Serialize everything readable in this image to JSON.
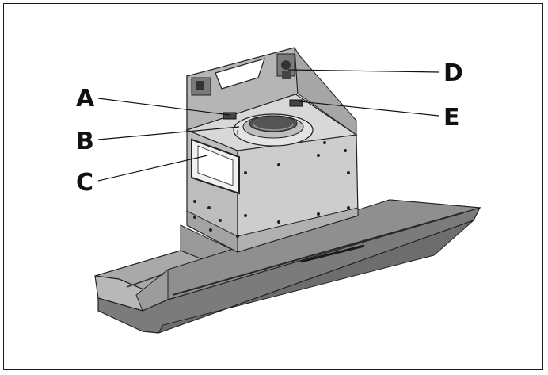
{
  "callouts": [
    {
      "id": "A",
      "label": "A"
    },
    {
      "id": "B",
      "label": "B"
    },
    {
      "id": "C",
      "label": "C"
    },
    {
      "id": "D",
      "label": "D"
    },
    {
      "id": "E",
      "label": "E"
    }
  ],
  "colors": {
    "frame": "#1a1a1a",
    "body_light": "#c4c4c4",
    "body_mid": "#b2b2b2",
    "body_dark": "#8f8f8f",
    "canopy_top": "#a8a8a8",
    "canopy_front": "#7a7a7a",
    "outline": "#222222"
  }
}
